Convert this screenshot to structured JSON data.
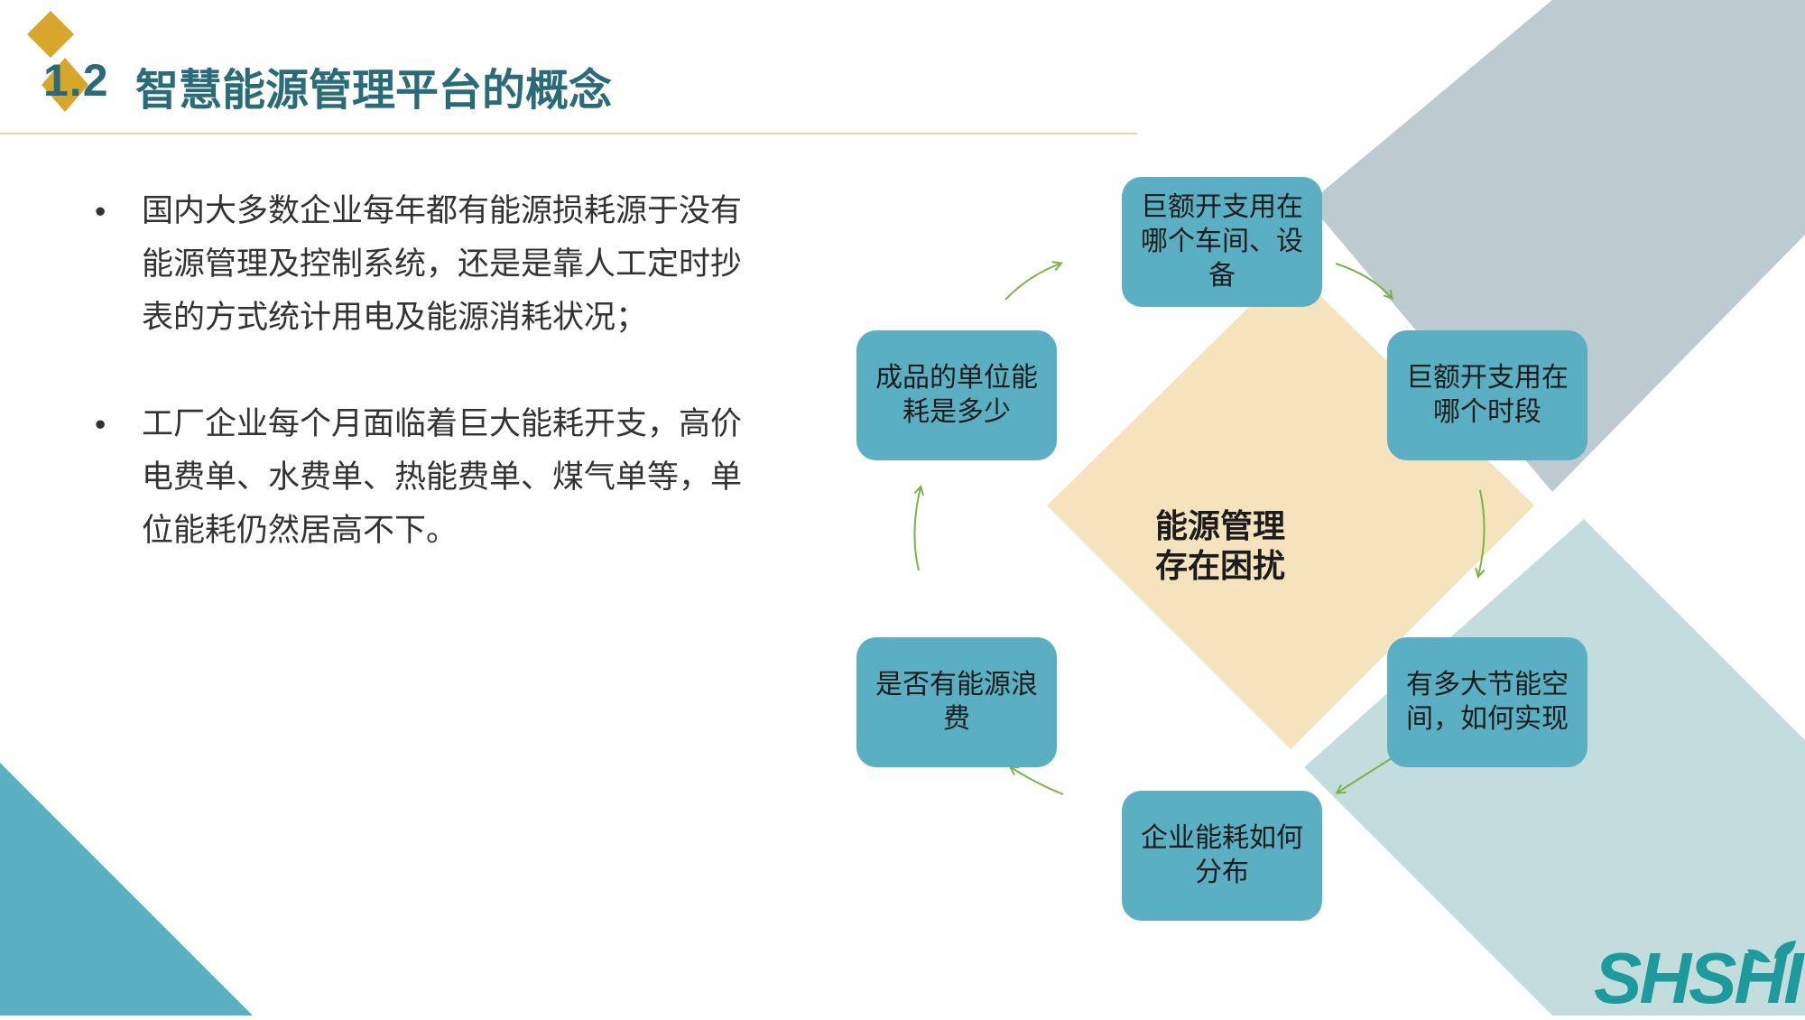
{
  "header": {
    "section_number": "1.2",
    "title": "智慧能源管理平台的概念"
  },
  "bullets": [
    {
      "text": "国内大多数企业每年都有能源损耗源于没有能源管理及控制系统，还是是靠人工定时抄表的方式统计用电及能源消耗状况；"
    },
    {
      "text": "工厂企业每个月面临着巨大能耗开支，高价电费单、水费单、热能费单、煤气单等，单位能耗仍然居高不下。"
    }
  ],
  "bullet_symbol": "•",
  "diagram": {
    "center_label": "能源管理\n存在困扰",
    "nodes": [
      {
        "id": "top",
        "label": "巨额开支用在哪个车间、设备"
      },
      {
        "id": "right-top",
        "label": "巨额开支用在哪个时段"
      },
      {
        "id": "right-bottom",
        "label": "有多大节能空间，如何实现"
      },
      {
        "id": "bottom",
        "label": "企业能耗如何分布"
      },
      {
        "id": "left-bottom",
        "label": "是否有能源浪费"
      },
      {
        "id": "left-top",
        "label": "成品的单位能耗是多少"
      }
    ]
  },
  "logo": {
    "text": "SHSHI"
  },
  "colors": {
    "title": "#2a6b78",
    "accent_gold": "#d9a62c",
    "node_fill": "#5aafc2",
    "center_diamond": "#f5e3bd",
    "arrow": "#7cb342",
    "bg_gray": "#bccbcf",
    "bg_light_teal": "#c3dcdd",
    "bg_teal": "#5aafc2",
    "logo": "#1f9a9a"
  },
  "icons": [
    "leaf-icon",
    "gold-diamond-icon"
  ]
}
